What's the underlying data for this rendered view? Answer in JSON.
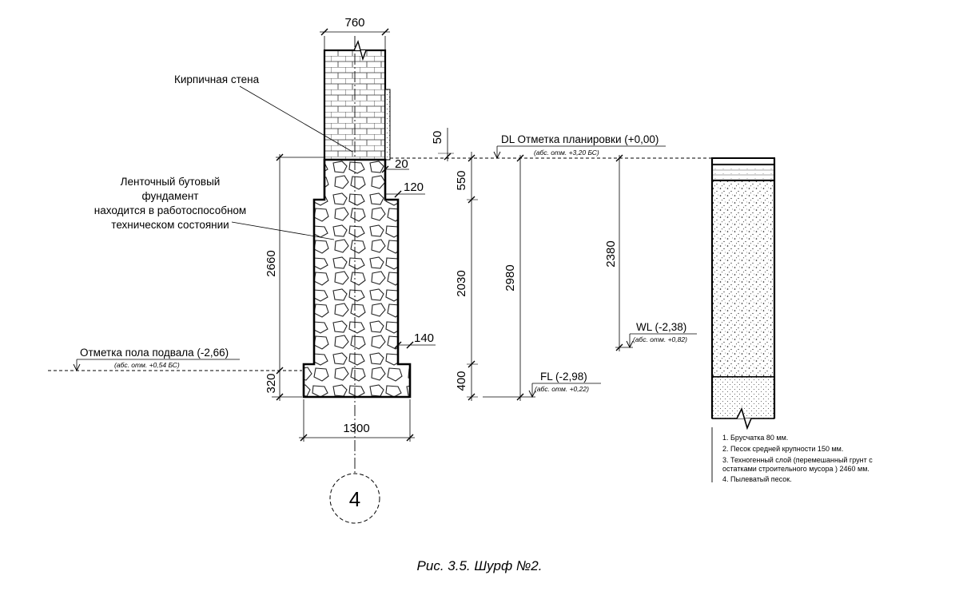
{
  "figure": {
    "caption": "Рис. 3.5. Шурф №2.",
    "axis_label": "4"
  },
  "labels": {
    "brick_wall": "Кирпичная стена",
    "foundation": [
      "Ленточный бутовый",
      "фундамент",
      "находится в работоспособном",
      "техническом состоянии"
    ]
  },
  "levels": {
    "dl": {
      "title": "DL Отметка планировки (+0,00)",
      "abs": "(абс. отм.  +3,20 БС)"
    },
    "basement": {
      "title": "Отметка пола подвала (-2,66)",
      "abs": "(абс. отм.  +0,54 БС)"
    },
    "wl": {
      "title": "WL (-2,38)",
      "abs": "(абс. отм.  +0,82)"
    },
    "fl": {
      "title": "FL (-2,98)",
      "abs": "(абс. отм.  +0,22)"
    }
  },
  "dimensions": {
    "top_width": "760",
    "bottom_width": "1300",
    "d50": "50",
    "d20": "20",
    "d120": "120",
    "d140": "140",
    "d2660": "2660",
    "d320": "320",
    "d550": "550",
    "d2030": "2030",
    "d400": "400",
    "d2980": "2980",
    "d2380": "2380"
  },
  "legend": [
    "1. Брусчатка 80 мм.",
    "2. Песок средней крупности 150 мм.",
    "3. Техногенный слой (перемешанный грунт с",
    "остатками строительного мусора ) 2460 мм.",
    "4. Пылеватый песок."
  ]
}
